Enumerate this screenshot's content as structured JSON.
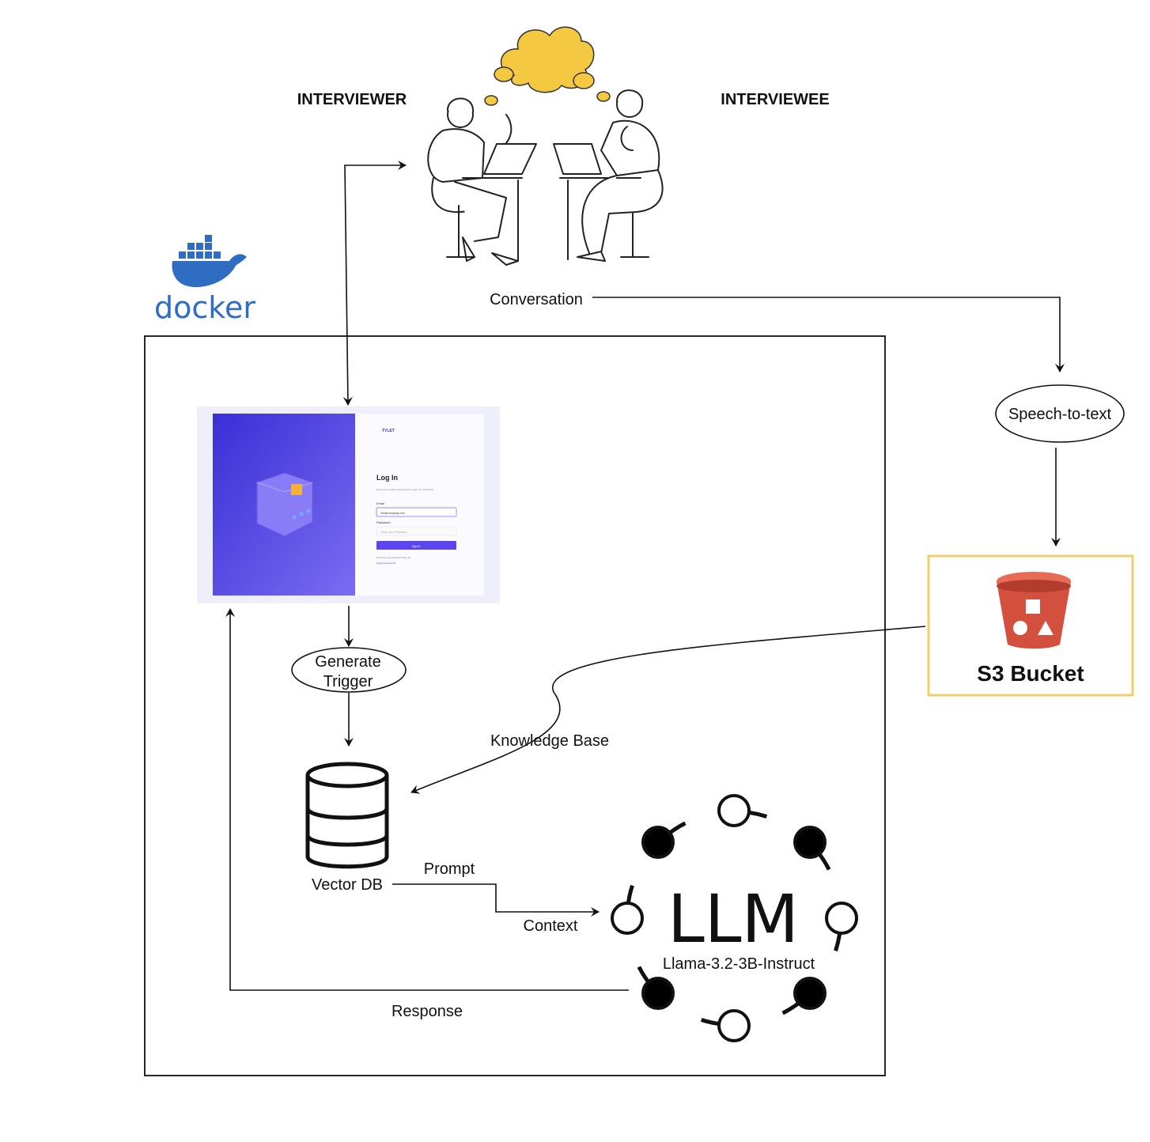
{
  "roles": {
    "interviewer": "INTERVIEWER",
    "interviewee": "INTERVIEWEE"
  },
  "docker_logo": {
    "text": "docker",
    "color": "#2e6dc2"
  },
  "edges": {
    "conversation": "Conversation",
    "knowledge_base": "Knowledge Base",
    "prompt": "Prompt",
    "context": "Context",
    "response": "Response"
  },
  "nodes": {
    "speech_to_text": "Speech-to-text",
    "s3_bucket": "S3 Bucket",
    "generate_trigger_line1": "Generate",
    "generate_trigger_line2": "Trigger",
    "vector_db": "Vector DB",
    "llm": "LLM",
    "llm_model": "Llama-3.2-3B-Instruct"
  },
  "login_screen": {
    "brand": "TYLET",
    "title": "Log In",
    "subtitle": "Enter your email and password to login our dashboard",
    "email_label": "Email",
    "email_value": "info@company.com",
    "password_label": "Password",
    "password_placeholder": "Enter your Password",
    "sign_in": "Sign In",
    "signup_prompt": "Don't have an account? Sign Up",
    "forgot": "Forgot Password?",
    "accent": "#5b45f0"
  },
  "colors": {
    "cloud": "#f5c842",
    "s3_red": "#d4503e",
    "s3_border": "#f0cf6a"
  }
}
